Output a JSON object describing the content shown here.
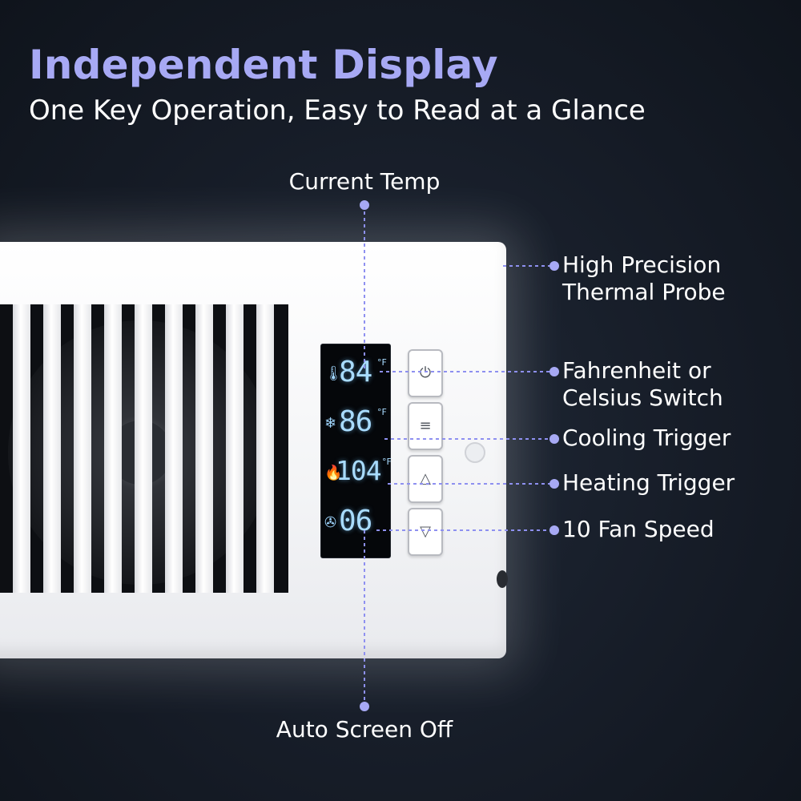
{
  "header": {
    "title": "Independent Display",
    "subtitle": "One Key Operation, Easy to Read at a Glance"
  },
  "callouts": {
    "current_temp": "Current Temp",
    "probe_line1": "High Precision",
    "probe_line2": "Thermal Probe",
    "switch_line1": "Fahrenheit or",
    "switch_line2": "Celsius Switch",
    "cooling": "Cooling Trigger",
    "heating": "Heating Trigger",
    "fan_speed": "10 Fan Speed",
    "auto_off": "Auto Screen Off"
  },
  "display": {
    "rows": [
      {
        "icon": "thermometer-icon",
        "glyph": "🌡",
        "value": "84",
        "unit": "°F"
      },
      {
        "icon": "snowflake-icon",
        "glyph": "❄",
        "value": "86",
        "unit": "°F"
      },
      {
        "icon": "flame-icon",
        "glyph": "🔥",
        "value": "104",
        "unit": "°F"
      },
      {
        "icon": "fan-icon",
        "glyph": "✇",
        "value": "06",
        "unit": ""
      }
    ]
  },
  "buttons": {
    "power": "⏻",
    "menu": "≡",
    "up": "△",
    "down": "▽"
  },
  "colors": {
    "accent": "#a7a9f4",
    "guide": "#8e90f0",
    "lcd": "#a9dcff",
    "background": "#141a24"
  }
}
